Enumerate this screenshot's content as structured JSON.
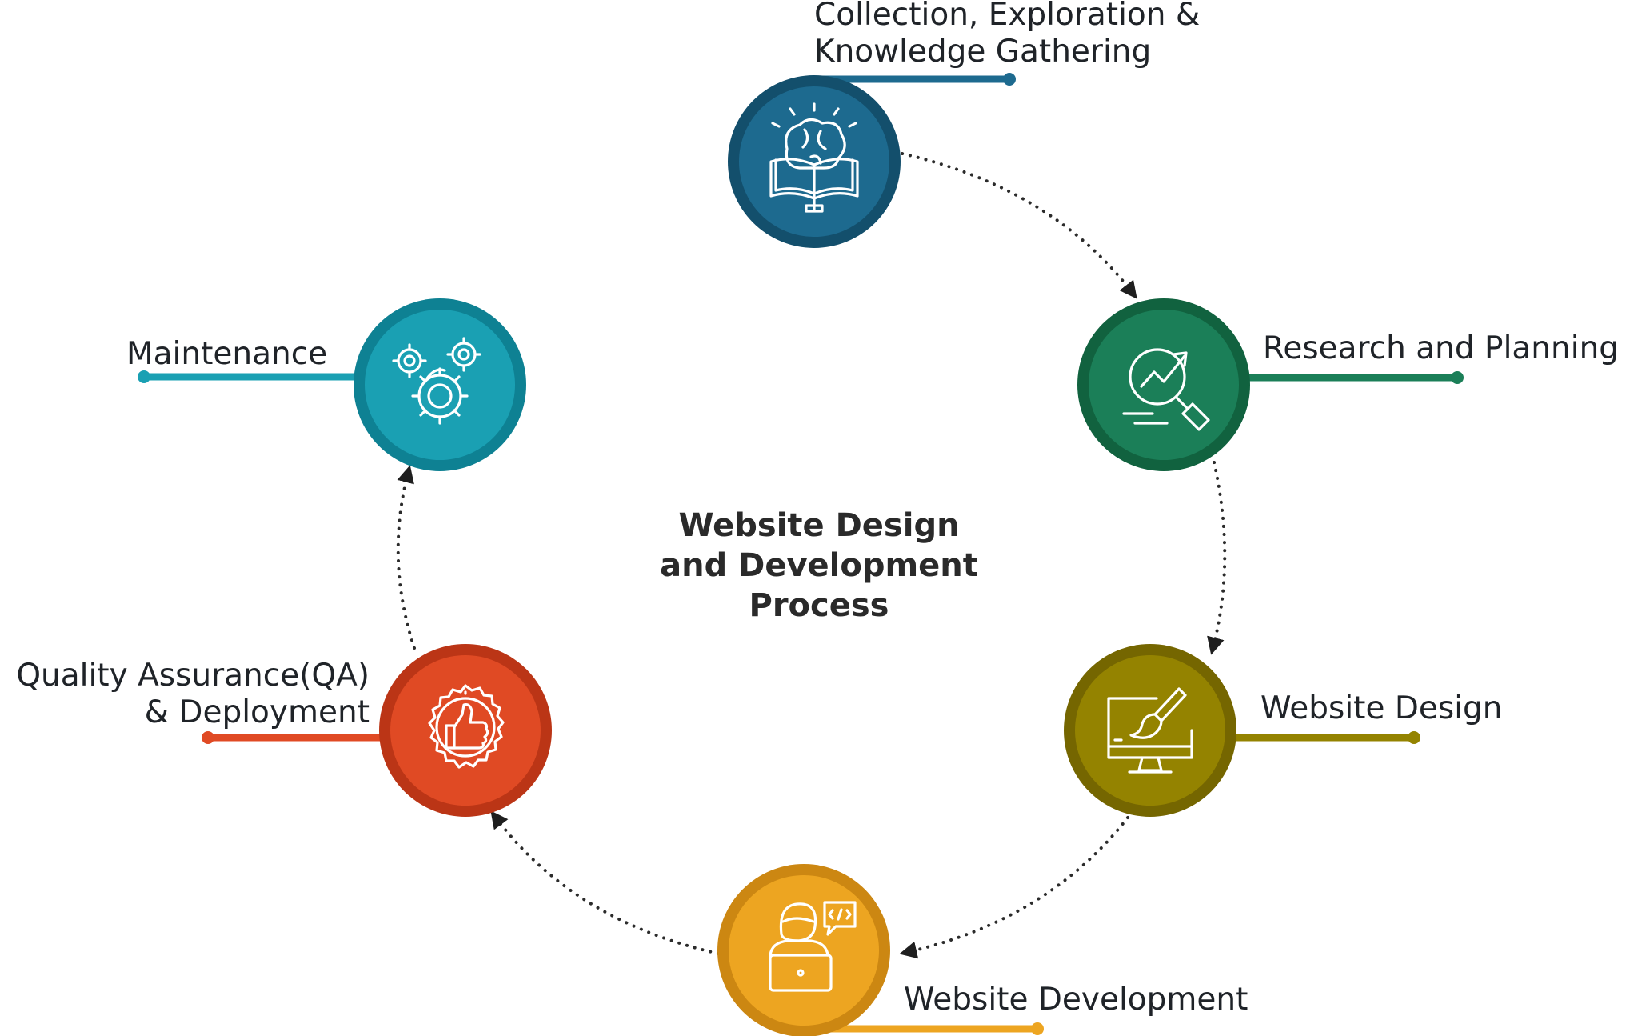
{
  "diagram": {
    "center_title": {
      "line1": "Website Design",
      "line2": "and Development",
      "line3": "Process"
    },
    "steps": [
      {
        "key": "collection",
        "label_lines": [
          "Collection, Exploration &",
          "Knowledge Gathering"
        ],
        "color": "#1d6a8f",
        "ring_color": "#134f6c",
        "icon": "brain-book-icon"
      },
      {
        "key": "research",
        "label_lines": [
          "Research and Planning"
        ],
        "color": "#1b7f58",
        "ring_color": "#11623f",
        "icon": "chart-magnifier-icon"
      },
      {
        "key": "design",
        "label_lines": [
          "Website Design"
        ],
        "color": "#948300",
        "ring_color": "#756600",
        "icon": "monitor-brush-icon"
      },
      {
        "key": "development",
        "label_lines": [
          "Website Development"
        ],
        "color": "#eda521",
        "ring_color": "#cc8712",
        "icon": "developer-laptop-icon"
      },
      {
        "key": "qa",
        "label_lines": [
          "Quality Assurance(QA)",
          "& Deployment"
        ],
        "color": "#e04a24",
        "ring_color": "#bb3516",
        "icon": "thumbs-up-badge-icon"
      },
      {
        "key": "maintenance",
        "label_lines": [
          "Maintenance"
        ],
        "color": "#1aa0b3",
        "ring_color": "#0e8193",
        "icon": "gears-icon"
      }
    ]
  }
}
